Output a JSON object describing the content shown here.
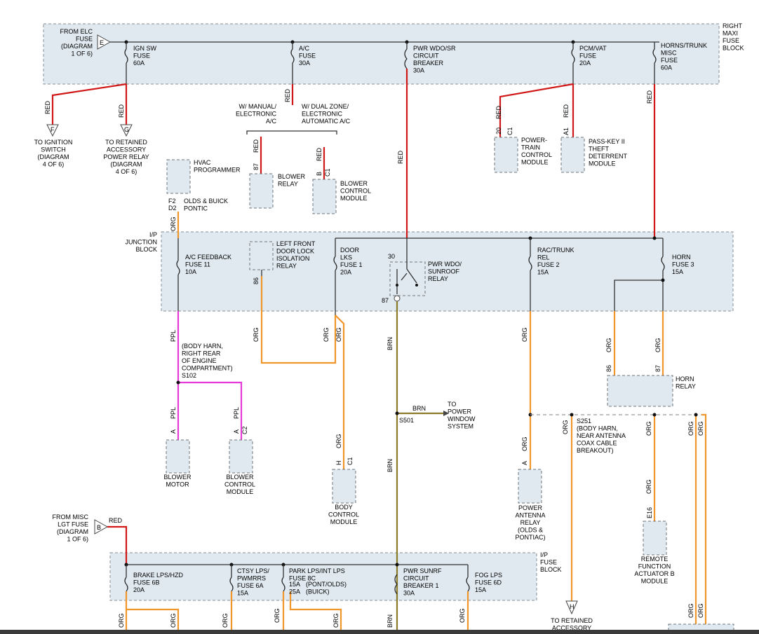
{
  "labels": {
    "maxi_block": "RIGHT\nMAXI\nFUSE\nBLOCK",
    "from_elc": "FROM ELC\nFUSE\n(DIAGRAM\n1 OF 6)",
    "ign_sw": "IGN SW\nFUSE\n60A",
    "ac_fuse": "A/C\nFUSE\n30A",
    "pwr_wdo_sr": "PWR WDO/SR\nCIRCUIT\nBREAKER\n30A",
    "pcm_vat": "PCM/VAT\nFUSE\n20A",
    "horns_trunk": "HORNS/TRUNK\nMISC\nFUSE\n60A",
    "to_ignition": "TO IGNITION\nSWITCH\n(DIAGRAM\n4 OF 6)",
    "to_retained_relay": "TO RETAINED\nACCESSORY\nPOWER RELAY\n(DIAGRAM\n4 OF 6)",
    "w_manual": "W/ MANUAL/\nELECTRONIC\nA/C",
    "w_dual": "W/ DUAL ZONE/\nELECTRONIC\nAUTOMATIC A/C",
    "blower_relay": "BLOWER\nRELAY",
    "blower_control_top": "BLOWER\nCONTROL\nMODULE",
    "pcm": "POWER-\nTRAIN\nCONTROL\nMODULE",
    "passkey": "PASS-KEY II\nTHEFT\nDETERRENT\nMODULE",
    "hvac": "HVAC\nPROGRAMMER",
    "olds_buick": "OLDS & BUICK\nPONTIC",
    "ip_junction": "I/P\nJUNCTION\nBLOCK",
    "ac_feedback": "A/C FEEDBACK\nFUSE 11\n10A",
    "lf_door": "LEFT FRONT\nDOOR LOCK\nISOLATION\nRELAY",
    "door_lks": "DOOR\nLKS\nFUSE 1\n20A",
    "pwr_wdo_relay": "PWR WDO/\nSUNROOF\nRELAY",
    "rac_trunk": "RAC/TRUNK\nREL\nFUSE 2\n15A",
    "horn_fuse": "HORN\nFUSE 3\n15A",
    "body_harn": "(BODY HARN,\nRIGHT REAR\nOF ENGINE\nCOMPARTMENT)\nS102",
    "to_power_window": "TO\nPOWER\nWINDOW\nSYSTEM",
    "s501": "S501",
    "horn_relay": "HORN\nRELAY",
    "s251": "S251\n(BODY HARN,\nNEAR ANTENNA\nCOAX CABLE\nBREAKOUT)",
    "blower_motor": "BLOWER\nMOTOR",
    "blower_control_mid": "BLOWER\nCONTROL\nMODULE",
    "body_control": "BODY\nCONTROL\nMODULE",
    "power_antenna": "POWER\nANTENNA\nRELAY\n(OLDS &\nPONTIAC)",
    "remote_function": "REMOTE\nFUNCTION\nACTUATOR B\nMODULE",
    "from_misc": "FROM MISC\nLGT FUSE\n(DIAGRAM\n1 OF 6)",
    "ip_fuse_block": "I/P\nFUSE\nBLOCK",
    "brake_lps": "BRAKE LPS/HZD\nFUSE 6B\n20A",
    "ctsy_lps": "CTSY LPS/\nPWMRRS\nFUSE 6A\n15A",
    "park_lps": "PARK LPS/INT LPS\nFUSE 8C",
    "park_amps": "15A\n25A",
    "park_variants": "(PONT/OLDS)\n(BUICK)",
    "pwr_sunrf": "PWR SUNRF\nCIRCUIT\nBREAKER 1\n30A",
    "fog_lps": "FOG LPS\nFUSE 6D\n15A",
    "to_retained_bottom": "TO RETAINED\nACCESSORY"
  },
  "wire_colors": {
    "red": "RED",
    "org": "ORG",
    "ppl": "PPL",
    "brn": "BRN"
  },
  "pins": {
    "e": "E",
    "f": "F",
    "g": "G",
    "h": "H",
    "b": "B",
    "p87": "87",
    "p86": "86",
    "p30": "30",
    "pb": "B",
    "pc1": "C1",
    "p20": "20",
    "pa1": "A1",
    "pf2": "F2",
    "pd2": "D2",
    "pa": "A",
    "pc2": "C2",
    "pe16": "E16"
  },
  "colors": {
    "box_fill": "#dfe9ef",
    "red_wire": "#d01818",
    "org_wire": "#f0962a",
    "ppl_wire": "#e63ad8",
    "brn_wire": "#8a7a2a"
  }
}
